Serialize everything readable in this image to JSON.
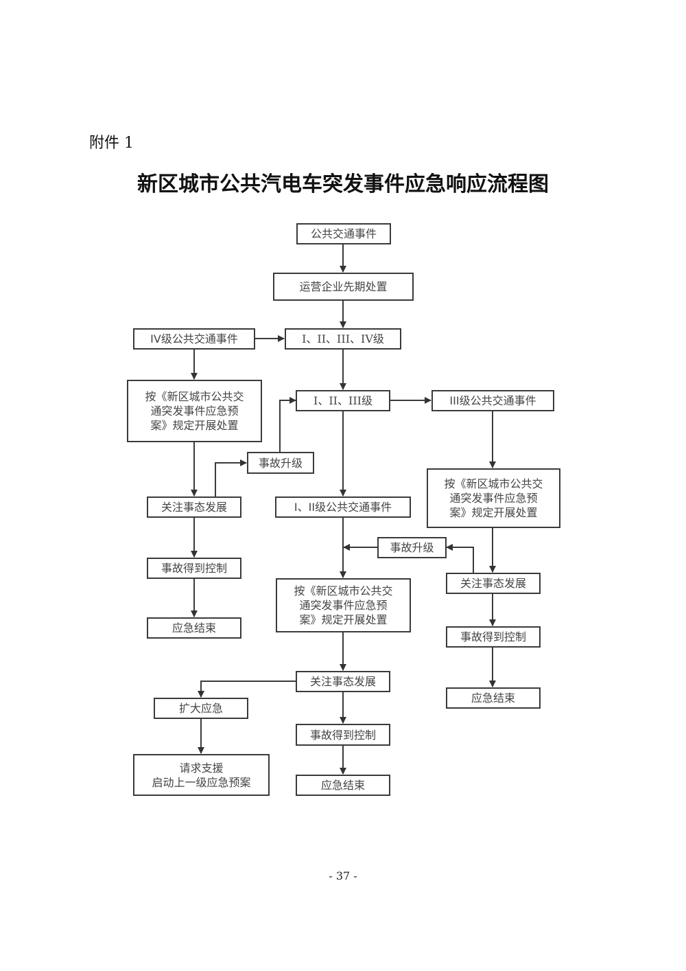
{
  "document": {
    "attachment_label": "附件 1",
    "title": "新区城市公共汽电车突发事件应急响应流程图",
    "page_number": "- 37 -"
  },
  "flowchart": {
    "nodes": {
      "public_event": "公共交通事件",
      "operator_initial": "运营企业先期处置",
      "level_1_4": "I、II、III、IV级",
      "level_4_event": "IV级公共交通事件",
      "left_plan": "按《新区城市公共交\n通突发事件应急预\n案》规定开展处置",
      "left_escalate": "事故升级",
      "left_monitor": "关注事态发展",
      "left_controlled": "事故得到控制",
      "left_end": "应急结束",
      "level_1_3": "I、II、III级",
      "level_3_event": "III级公共交通事件",
      "right_plan": "按《新区城市公共交\n通突发事件应急预\n案》规定开展处置",
      "level_1_2_event": "I、II级公共交通事件",
      "right_escalate": "事故升级",
      "right_monitor": "关注事态发展",
      "right_controlled": "事故得到控制",
      "right_end": "应急结束",
      "center_plan": "按《新区城市公共交\n通突发事件应急预\n案》规定开展处置",
      "center_monitor": "关注事态发展",
      "expand_response": "扩大应急",
      "request_support": "请求支援\n启动上一级应急预案",
      "center_controlled": "事故得到控制",
      "center_end": "应急结束"
    },
    "edges": [
      [
        "public_event",
        "operator_initial"
      ],
      [
        "operator_initial",
        "level_1_4"
      ],
      [
        "level_4_event",
        "level_1_4"
      ],
      [
        "level_4_event",
        "left_plan"
      ],
      [
        "level_1_4",
        "level_1_3"
      ],
      [
        "left_plan",
        "left_monitor"
      ],
      [
        "left_monitor",
        "left_escalate"
      ],
      [
        "left_escalate",
        "level_1_3"
      ],
      [
        "left_monitor",
        "left_controlled"
      ],
      [
        "left_controlled",
        "left_end"
      ],
      [
        "level_1_3",
        "level_3_event"
      ],
      [
        "level_1_3",
        "level_1_2_event"
      ],
      [
        "level_3_event",
        "right_plan"
      ],
      [
        "right_plan",
        "right_monitor"
      ],
      [
        "right_monitor",
        "right_escalate"
      ],
      [
        "right_escalate",
        "center_plan"
      ],
      [
        "right_monitor",
        "right_controlled"
      ],
      [
        "right_controlled",
        "right_end"
      ],
      [
        "level_1_2_event",
        "center_plan"
      ],
      [
        "center_plan",
        "center_monitor"
      ],
      [
        "center_monitor",
        "expand_response"
      ],
      [
        "expand_response",
        "request_support"
      ],
      [
        "center_monitor",
        "center_controlled"
      ],
      [
        "center_controlled",
        "center_end"
      ]
    ]
  }
}
